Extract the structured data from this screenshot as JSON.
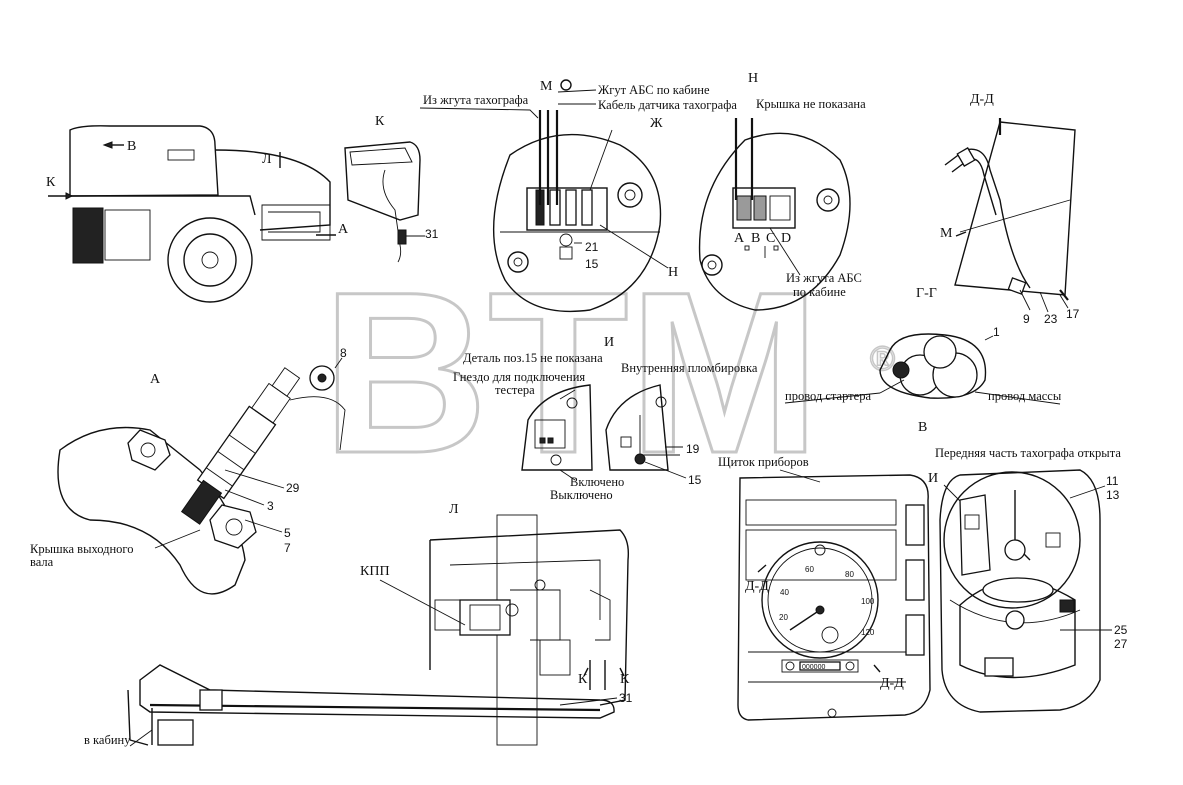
{
  "watermark": {
    "text": "BTM",
    "mark": "®"
  },
  "views": {
    "A": "А",
    "B": "В",
    "D": "Д-Д",
    "G": "Г-Г",
    "I": "И",
    "K": "К",
    "L": "Л",
    "N": "Н",
    "M": "М",
    "Zh": "Ж"
  },
  "labels": {
    "from_tacho_harness": "Из жгута тахографа",
    "abs_harness_cab": "Жгут АБС по кабине",
    "tacho_sensor_cable": "Кабель датчика тахографа",
    "cover_not_shown": "Крышка не показана",
    "from_abs_harness": "Из жгута АБС",
    "along_cab": "по кабине",
    "part15_not_shown": "Деталь поз.15 не показана",
    "tester_socket_1": "Гнездо для подключения",
    "tester_socket_2": "тестера",
    "inner_seal": "Внутренняя пломбировка",
    "switched_on": "Включено",
    "switched_off": "Выключено",
    "starter_wire": "провод стартера",
    "ground_wire": "провод массы",
    "dashboard": "Щиток приборов",
    "tacho_front_open": "Передняя часть тахографа открыта",
    "output_shaft_cover_1": "Крышка выходного",
    "output_shaft_cover_2": "вала",
    "gearbox": "КПП",
    "to_cab": "в кабину",
    "pin_a": "A",
    "pin_b": "B",
    "pin_c": "C",
    "pin_d": "D"
  },
  "callouts": [
    "1",
    "3",
    "5",
    "7",
    "8",
    "9",
    "11",
    "13",
    "15",
    "17",
    "19",
    "21",
    "23",
    "25",
    "27",
    "29",
    "31"
  ],
  "dial": {
    "ticks": [
      "20",
      "40",
      "60",
      "80",
      "100",
      "120"
    ],
    "odometer": "000000"
  }
}
